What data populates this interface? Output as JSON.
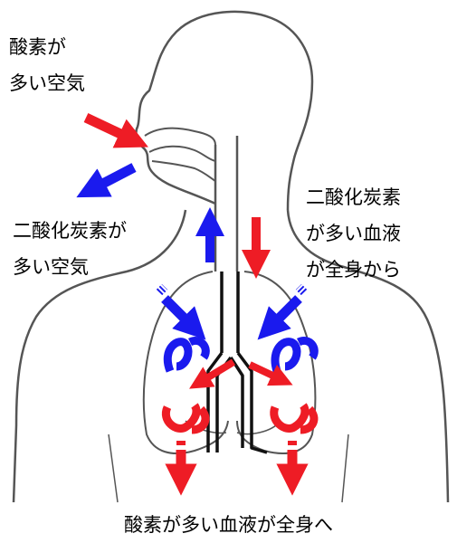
{
  "labels": {
    "oxygen_rich_air": [
      "酸素が",
      "多い空気"
    ],
    "co2_rich_air": [
      "二酸化炭素が",
      "多い空気"
    ],
    "co2_rich_blood_from_body": [
      "二酸化炭素",
      "が多い血液",
      "が全身から"
    ],
    "oxygen_rich_blood_to_body": "酸素が多い血液が全身へ"
  },
  "colors": {
    "oxygen": "#ee1c25",
    "carbon_dioxide": "#1a1aee",
    "outline": "#555555",
    "airway": "#111111"
  }
}
